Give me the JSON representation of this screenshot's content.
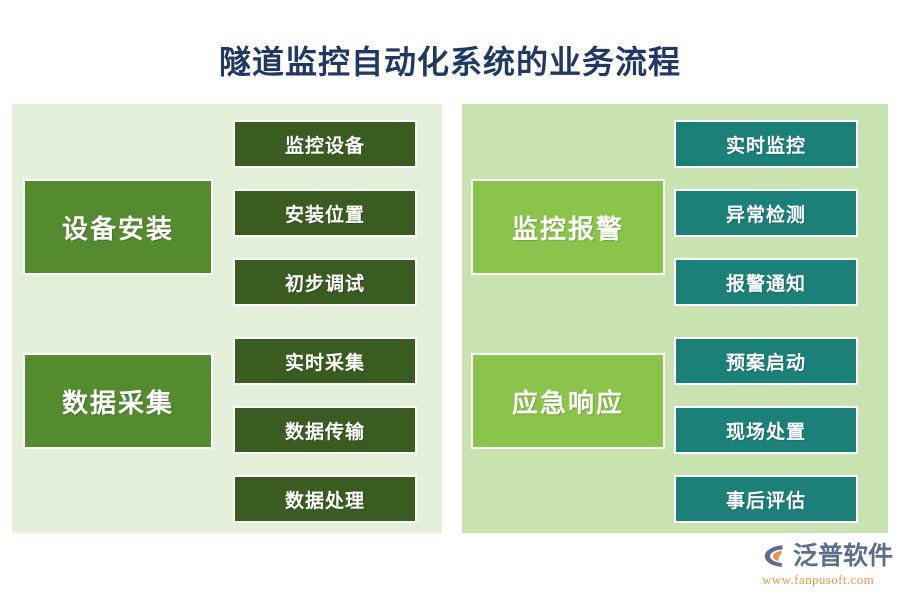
{
  "page": {
    "title": "隧道监控自动化系统的业务流程",
    "title_color": "#1f3864",
    "background": "#ffffff"
  },
  "panels": [
    {
      "id": "left-panel",
      "background": "#e4efd9",
      "stage_color": "#558b2f",
      "task_color": "#3a5c20",
      "groups": [
        {
          "stage": "设备安装",
          "tasks": [
            "监控设备",
            "安装位置",
            "初步调试"
          ]
        },
        {
          "stage": "数据采集",
          "tasks": [
            "实时采集",
            "数据传输",
            "数据处理"
          ]
        }
      ]
    },
    {
      "id": "right-panel",
      "background": "#c8e2b0",
      "stage_color": "#8ac44a",
      "task_color": "#1b8078",
      "groups": [
        {
          "stage": "监控报警",
          "tasks": [
            "实时监控",
            "异常检测",
            "报警通知"
          ]
        },
        {
          "stage": "应急响应",
          "tasks": [
            "预案启动",
            "现场处置",
            "事后评估"
          ]
        }
      ]
    }
  ],
  "logo": {
    "icon": "fanpu-leaf-logo-icon",
    "brand": "泛普软件",
    "url": "www.fanpusoft.com",
    "brand_color": "#5b6f8c",
    "url_color": "#e8944a",
    "accent_color": "#e8944a"
  }
}
